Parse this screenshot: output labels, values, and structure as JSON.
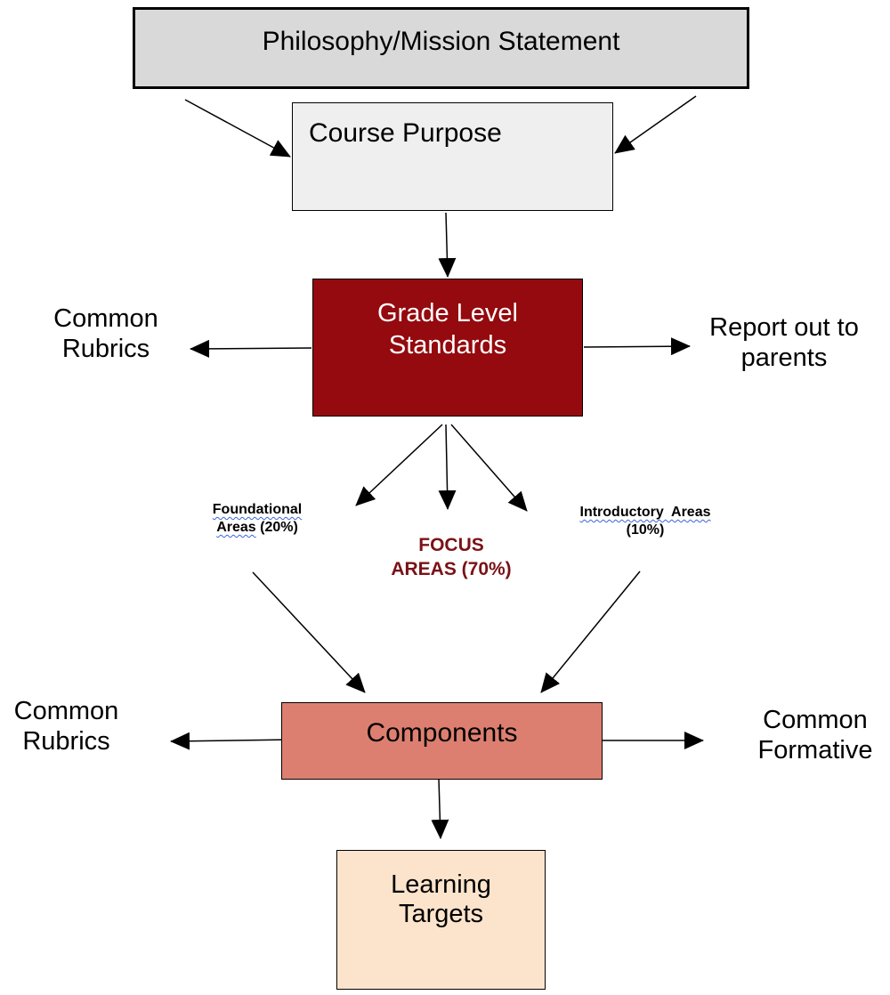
{
  "nodes": {
    "mission": "Philosophy/Mission Statement",
    "course_purpose": "Course Purpose",
    "grade_level_standards": [
      "Grade Level",
      "Standards"
    ],
    "components": "Components",
    "learning_targets": [
      "Learning",
      "Targets"
    ]
  },
  "side_labels": {
    "common_rubrics_top": [
      "Common",
      "Rubrics"
    ],
    "report_out": [
      "Report out to",
      "parents"
    ],
    "common_rubrics_bottom": [
      "Common",
      "Rubrics"
    ],
    "common_formative": [
      "Common",
      "Formative"
    ]
  },
  "areas": {
    "foundational": {
      "word": "Foundational",
      "line2_word": "Areas",
      "line2_rest": " (20%)"
    },
    "focus": [
      "FOCUS",
      "AREAS (70%)"
    ],
    "introductory": {
      "line1": "Introductory  Areas",
      "line2": "(10%)"
    }
  },
  "colors": {
    "mission_fill": "#d9d9d9",
    "course_fill": "#efefef",
    "grade_fill": "#940a0e",
    "components_fill": "#dd7f70",
    "targets_fill": "#fce4cc",
    "focus_text": "#7a1216"
  }
}
